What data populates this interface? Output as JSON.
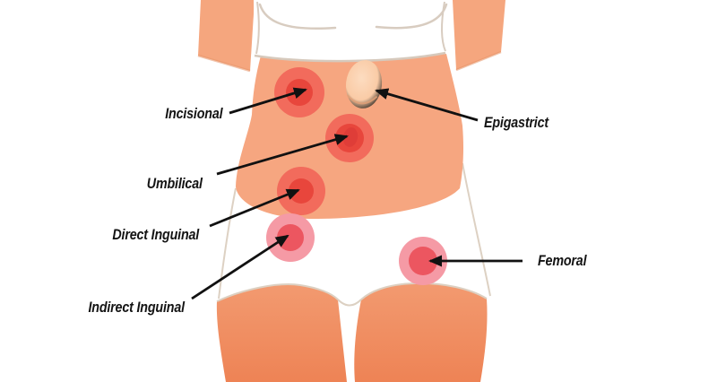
{
  "diagram": {
    "annotations": [
      {
        "id": "incisional",
        "text": "Incisional"
      },
      {
        "id": "epigastrict",
        "text": "Epigastrict"
      },
      {
        "id": "umbilical",
        "text": "Umbilical"
      },
      {
        "id": "direct-inguinal",
        "text": "Direct Inguinal"
      },
      {
        "id": "indirect-inguinal",
        "text": "Indirect Inguinal"
      },
      {
        "id": "femoral",
        "text": "Femoral"
      }
    ],
    "colors": {
      "skin": "#F6A680",
      "skin_arm": "#F5A67E",
      "skin_leg": "#F19267",
      "bump_highlight": "#FBD3B2",
      "spot_outer_red": "#F26B5C",
      "spot_inner_red": "#E8463C",
      "spot_core_red": "#DF3D38",
      "spot_outer_pink": "#F59AA5",
      "spot_inner_pink": "#EC5660",
      "outline_beige": "#D8CCC0",
      "arrow_black": "#111111",
      "background": "#FFFFFF"
    }
  }
}
